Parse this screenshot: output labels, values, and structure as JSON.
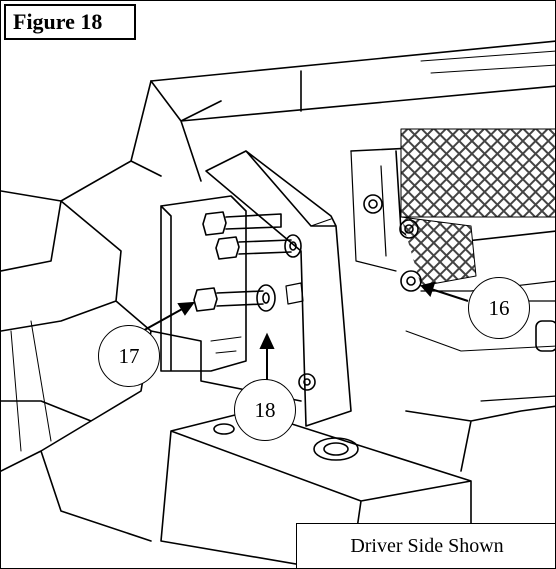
{
  "figure": {
    "label": "Figure 18"
  },
  "caption": {
    "text": "Driver Side Shown"
  },
  "callouts": {
    "bolt": "17",
    "washer": "18",
    "nut": "16"
  },
  "colors": {
    "line": "#000000",
    "mesh": "#555555",
    "paper": "#ffffff"
  }
}
